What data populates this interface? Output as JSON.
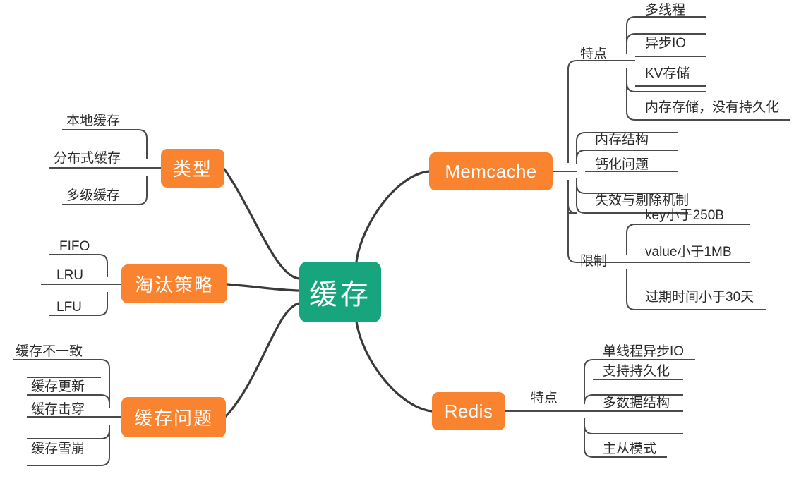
{
  "diagram": {
    "type": "mind-map",
    "title": "缓存",
    "colors": {
      "root": "#17a57e",
      "branch": "#f9832f",
      "line": "#3a3a3a",
      "leaf_line": "#4a4a4a",
      "text_dark": "#2b2b2b",
      "text_light": "#ffffff",
      "background": "#ffffff"
    }
  },
  "root": {
    "label": "缓存"
  },
  "branches": {
    "type": {
      "label": "类型",
      "leaves": [
        {
          "label": "本地缓存"
        },
        {
          "label": "分布式缓存"
        },
        {
          "label": "多级缓存"
        }
      ]
    },
    "eviction": {
      "label": "淘汰策略",
      "leaves": [
        {
          "label": "FIFO"
        },
        {
          "label": "LRU"
        },
        {
          "label": "LFU"
        }
      ]
    },
    "problems": {
      "label": "缓存问题",
      "leaves": [
        {
          "label": "缓存不一致"
        },
        {
          "label": "缓存更新"
        },
        {
          "label": "缓存击穿"
        },
        {
          "label": "缓存雪崩"
        }
      ]
    },
    "memcache": {
      "label": "Memcache",
      "groups": [
        {
          "label": "特点",
          "leaves": [
            {
              "label": "多线程"
            },
            {
              "label": "异步IO"
            },
            {
              "label": "KV存储"
            },
            {
              "label": "内存存储，没有持久化"
            }
          ]
        },
        {
          "label": "",
          "leaves": [
            {
              "label": "内存结构"
            },
            {
              "label": "钙化问题"
            },
            {
              "label": "失效与剔除机制"
            }
          ]
        },
        {
          "label": "限制",
          "leaves": [
            {
              "label": "key小于250B"
            },
            {
              "label": "value小于1MB"
            },
            {
              "label": "过期时间小于30天"
            }
          ]
        }
      ]
    },
    "redis": {
      "label": "Redis",
      "groups": [
        {
          "label": "特点",
          "leaves": [
            {
              "label": "单线程异步IO"
            },
            {
              "label": "支持持久化"
            },
            {
              "label": "多数据结构"
            },
            {
              "label": "主从模式"
            }
          ]
        }
      ]
    }
  }
}
